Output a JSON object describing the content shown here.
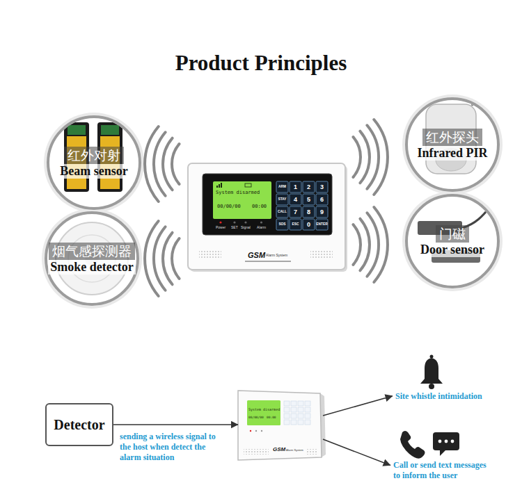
{
  "diagram": {
    "title": "Product Principles",
    "nodes": [
      {
        "text": [
          "红外对射",
          "Beam sensor"
        ]
      },
      {
        "text": [
          "System disarmed",
          "00/00/00",
          "00:00",
          "ARM",
          "1",
          "2",
          "3",
          "STAY",
          "4",
          "5",
          "6",
          "CALL",
          "7",
          "8",
          "9",
          "SOS",
          "ESC",
          "0",
          "ENTER",
          "Power",
          "SET",
          "Signal",
          "Alarm",
          "GSM",
          "Alarm System"
        ]
      },
      {
        "text": [
          "红外探头",
          "Infrared PIR"
        ]
      },
      {
        "text": [
          "烟气感探测器",
          "Smoke detector"
        ]
      },
      {
        "text": [
          "门磁",
          "Door sensor"
        ]
      },
      {
        "text": [
          "Detector"
        ]
      },
      {
        "text": [
          "System disarmed",
          "00/00/00",
          "00:00",
          "GSM",
          "Alarm System"
        ]
      },
      {
        "text": [
          "Site whistle intimidation"
        ]
      },
      {
        "text": [
          "Call or send text messages to inform the user"
        ]
      }
    ],
    "edges": [
      {
        "from": 5,
        "to": 6,
        "label": "sending a wireless signal to the host when detect the alarm situation",
        "arrow": "to"
      },
      {
        "from": 6,
        "to": 7,
        "arrow": "to"
      },
      {
        "from": 6,
        "to": 8,
        "arrow": "to"
      }
    ]
  }
}
